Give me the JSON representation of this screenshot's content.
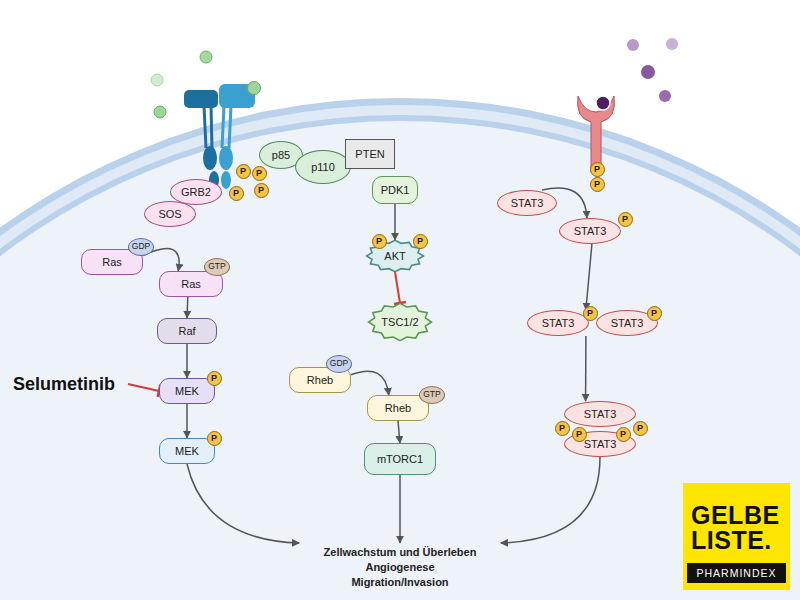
{
  "diagram": {
    "nodes": [
      {
        "text": [
          "p85"
        ]
      },
      {
        "text": [
          "p110"
        ]
      },
      {
        "text": [
          "PTEN"
        ]
      },
      {
        "text": [
          "P"
        ]
      },
      {
        "text": [
          "P"
        ]
      },
      {
        "text": [
          "P"
        ]
      },
      {
        "text": [
          "P"
        ]
      },
      {
        "text": [
          "GRB2"
        ]
      },
      {
        "text": [
          "PDK1"
        ]
      },
      {
        "text": [
          "STAT3"
        ]
      },
      {
        "text": [
          "P"
        ]
      },
      {
        "text": [
          "P"
        ]
      },
      {
        "text": [
          "SOS"
        ]
      },
      {
        "text": [
          "STAT3"
        ]
      },
      {
        "text": [
          "P"
        ],
        "in": 13
      },
      {
        "text": [
          "AKT"
        ]
      },
      {
        "text": [
          "P"
        ],
        "in": 15
      },
      {
        "text": [
          "P"
        ],
        "in": 15
      },
      {
        "text": [
          "Ras"
        ]
      },
      {
        "text": [
          "GDP"
        ],
        "in": 18
      },
      {
        "text": [
          "Ras"
        ]
      },
      {
        "text": [
          "GTP"
        ],
        "in": 20
      },
      {
        "text": [
          "TSC1/2"
        ]
      },
      {
        "text": [
          "Raf"
        ]
      },
      {
        "text": [
          "STAT3"
        ]
      },
      {
        "text": [
          "P"
        ],
        "in": 24
      },
      {
        "text": [
          "STAT3"
        ]
      },
      {
        "text": [
          "P"
        ],
        "in": 26
      },
      {
        "text": [
          "Rheb"
        ]
      },
      {
        "text": [
          "GDP"
        ],
        "in": 28
      },
      {
        "text": [
          "Selumetinib"
        ]
      },
      {
        "text": [
          "MEK"
        ]
      },
      {
        "text": [
          "P"
        ],
        "in": 31
      },
      {
        "text": [
          "Rheb"
        ]
      },
      {
        "text": [
          "GTP"
        ],
        "in": 33
      },
      {
        "text": [
          "STAT3"
        ]
      },
      {
        "text": [
          "P"
        ],
        "in": 35
      },
      {
        "text": [
          "P"
        ],
        "in": 35
      },
      {
        "text": [
          "STAT3"
        ]
      },
      {
        "text": [
          "P"
        ],
        "in": 38
      },
      {
        "text": [
          "P"
        ],
        "in": 38
      },
      {
        "text": [
          "MEK"
        ]
      },
      {
        "text": [
          "P"
        ],
        "in": 41
      },
      {
        "text": [
          "mTORC1"
        ]
      },
      {
        "text": [
          "Zellwachstum und Überleben",
          "Angiogenese",
          "Migration/Invasion"
        ]
      }
    ],
    "edges": [
      {
        "from": 18,
        "to": 20,
        "arrow": "to"
      },
      {
        "from": 20,
        "to": 23,
        "arrow": "to"
      },
      {
        "from": 23,
        "to": 31,
        "arrow": "to"
      },
      {
        "from": 31,
        "to": 41,
        "arrow": "to"
      },
      {
        "from": 30,
        "to": 31,
        "arrow": "to"
      },
      {
        "from": 41,
        "to": 44,
        "arrow": "to"
      },
      {
        "from": 8,
        "to": 15,
        "arrow": "to"
      },
      {
        "from": 15,
        "to": 22,
        "arrow": "to"
      },
      {
        "from": 28,
        "to": 33,
        "arrow": "to"
      },
      {
        "from": 33,
        "to": 43,
        "arrow": "to"
      },
      {
        "from": 43,
        "to": 44,
        "arrow": "to"
      },
      {
        "from": 9,
        "to": 13,
        "arrow": "to"
      },
      {
        "from": 13,
        "to": 24,
        "arrow": "to"
      },
      {
        "from": 24,
        "to": 35,
        "arrow": "to"
      },
      {
        "from": 38,
        "to": 44,
        "arrow": "to"
      }
    ],
    "labels": [
      "GELBE",
      "LISTE.",
      "PHARMINDEX"
    ]
  }
}
